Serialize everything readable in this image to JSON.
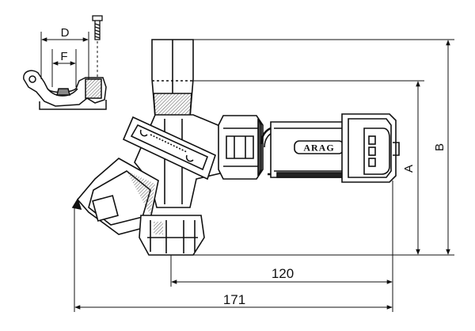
{
  "drawing": {
    "labels": {
      "d": "D",
      "f": "F",
      "a": "A",
      "b": "B",
      "dim_120": "120",
      "dim_171": "171"
    },
    "brand_text": "ARAG"
  }
}
